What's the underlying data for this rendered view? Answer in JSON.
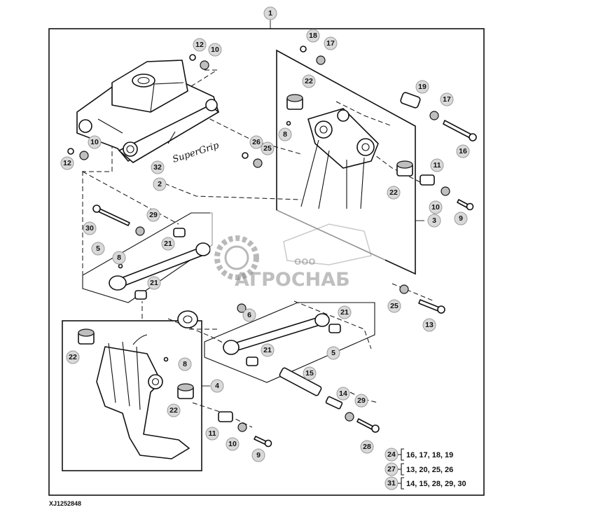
{
  "figure_code": "XJ1252848",
  "brand_logo_text": "SuperGrip",
  "watermark": {
    "company_prefix": "ООО",
    "company_name": "АГРОСНАБ"
  },
  "callouts": {
    "c1": "1",
    "c2": "2",
    "c3": "3",
    "c4": "4",
    "c5a": "5",
    "c5b": "5",
    "c6": "6",
    "c8a": "8",
    "c8b": "8",
    "c8c": "8",
    "c9a": "9",
    "c9b": "9",
    "c10a": "10",
    "c10b": "10",
    "c10c": "10",
    "c10d": "10",
    "c11a": "11",
    "c11b": "11",
    "c12a": "12",
    "c12b": "12",
    "c13": "13",
    "c14": "14",
    "c15": "15",
    "c16": "16",
    "c17a": "17",
    "c17b": "17",
    "c18": "18",
    "c19": "19",
    "c21a": "21",
    "c21b": "21",
    "c21c": "21",
    "c21d": "21",
    "c22a": "22",
    "c22b": "22",
    "c22c": "22",
    "c22d": "22",
    "c25a": "25",
    "c25b": "25",
    "c26": "26",
    "c28": "28",
    "c29a": "29",
    "c29b": "29",
    "c30": "30",
    "c32": "32"
  },
  "legend": [
    {
      "kit": "24",
      "parts": "16, 17, 18, 19"
    },
    {
      "kit": "27",
      "parts": "13, 20, 25, 26"
    },
    {
      "kit": "31",
      "parts": "14, 15, 28, 29, 30"
    }
  ]
}
